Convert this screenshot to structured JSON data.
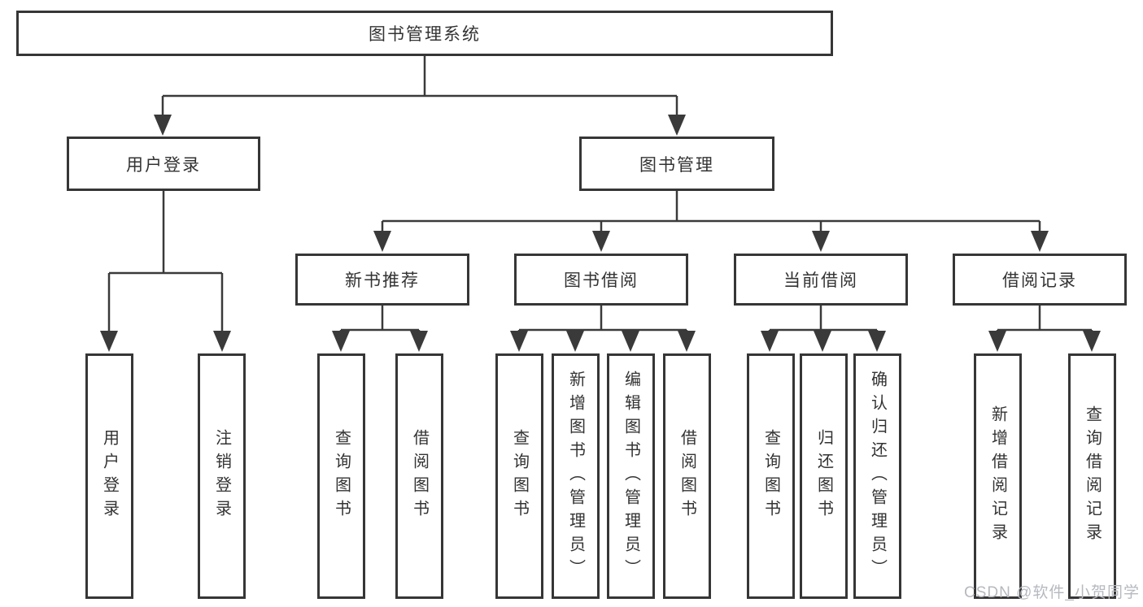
{
  "diagram": {
    "root": {
      "label": "图书管理系统"
    },
    "branches": [
      {
        "label": "用户登录",
        "children": [
          {
            "label": "用户登录"
          },
          {
            "label": "注销登录"
          }
        ]
      },
      {
        "label": "图书管理",
        "children": [
          {
            "label": "新书推荐",
            "children": [
              {
                "label": "查询图书"
              },
              {
                "label": "借阅图书"
              }
            ]
          },
          {
            "label": "图书借阅",
            "children": [
              {
                "label": "查询图书"
              },
              {
                "label": "新增图书（管理员）"
              },
              {
                "label": "编辑图书（管理员）"
              },
              {
                "label": "借阅图书"
              }
            ]
          },
          {
            "label": "当前借阅",
            "children": [
              {
                "label": "查询图书"
              },
              {
                "label": "归还图书"
              },
              {
                "label": "确认归还（管理员）"
              }
            ]
          },
          {
            "label": "借阅记录",
            "children": [
              {
                "label": "新增借阅记录"
              },
              {
                "label": "查询借阅记录"
              }
            ]
          }
        ]
      }
    ]
  },
  "watermark": {
    "text": "CSDN @软件_小贺同学"
  },
  "colors": {
    "line": "#3a3a3a",
    "box_border": "#363636",
    "text": "#333333",
    "watermark": "#b6b9bf",
    "background": "#ffffff"
  }
}
